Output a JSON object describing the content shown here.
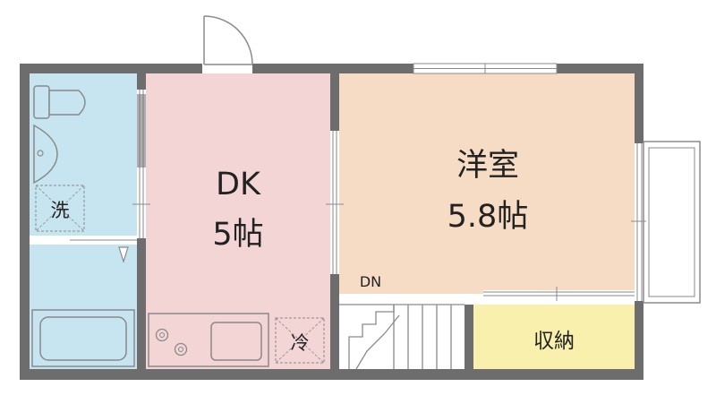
{
  "rooms": {
    "dk": {
      "name": "DK",
      "size": "5帖"
    },
    "western": {
      "name": "洋室",
      "size": "5.8帖"
    },
    "storage": {
      "name": "収納"
    }
  },
  "fixtures": {
    "washer": "洗",
    "fridge": "冷",
    "stairs": "DN"
  },
  "colors": {
    "wall": "#6d6d6d",
    "bath": "#c7e5f0",
    "dk": "#f3d5d5",
    "western": "#f6dcc4",
    "storage": "#f9f0ae",
    "stroke": "#8a8a8a"
  }
}
